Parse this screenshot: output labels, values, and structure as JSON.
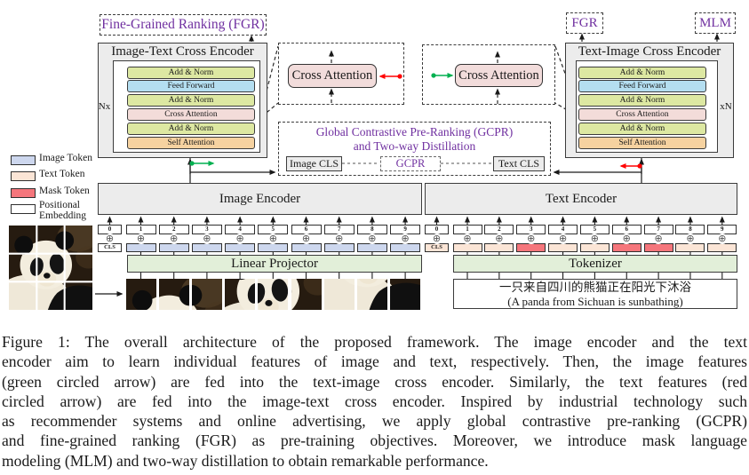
{
  "figure": {
    "fgr_full_label": "Fine-Grained Ranking (FGR)",
    "fgr_short_label": "FGR",
    "mlm_label": "MLM",
    "left_cross_encoder": {
      "title": "Image-Text Cross Encoder",
      "repeat_label": "Nx",
      "layers": [
        "Add & Norm",
        "Feed Forward",
        "Add & Norm",
        "Cross  Attention",
        "Add & Norm",
        "Self  Attention"
      ]
    },
    "right_cross_encoder": {
      "title": "Text-Image Cross Encoder",
      "repeat_label": "xN",
      "layers": [
        "Add & Norm",
        "Feed Forward",
        "Add & Norm",
        "Cross  Attention",
        "Add & Norm",
        "Self  Attention"
      ]
    },
    "zoom_modules": {
      "left_label": "Cross Attention",
      "right_label": "Cross Attention"
    },
    "gcpr": {
      "title_line1": "Global Contrastive Pre-Ranking (GCPR)",
      "title_line2": "and Two-way Distillation",
      "image_cls_label": "Image CLS",
      "gcpr_label": "GCPR",
      "text_cls_label": "Text CLS"
    },
    "image_encoder_label": "Image Encoder",
    "text_encoder_label": "Text Encoder",
    "linear_projector_label": "Linear Projector",
    "tokenizer_label": "Tokenizer",
    "tokens": {
      "positions": [
        "0",
        "1",
        "2",
        "3",
        "4",
        "5",
        "6",
        "7",
        "8",
        "9"
      ],
      "image_cls": "CLS",
      "text_cls": "CLS",
      "text_mask_positions": [
        3,
        6,
        7
      ]
    },
    "text_input": {
      "line1": "一只来自四川的熊猫正在阳光下沐浴",
      "line2": "(A panda from Sichuan is sunbathing)"
    },
    "legend": [
      {
        "label": "Image Token",
        "color": "#cdd7ee"
      },
      {
        "label": "Text Token",
        "color": "#fbe5d6"
      },
      {
        "label": "Mask Token",
        "color": "#f5767c"
      },
      {
        "label": "Positional",
        "label2": "Embedding",
        "color": "#ffffff"
      }
    ]
  },
  "colors": {
    "layer_colors": [
      "#dde8a2",
      "#b4def0",
      "#dde8a2",
      "#f3dcd9",
      "#dde8a2",
      "#f6d2a0"
    ],
    "accent_purple": "#7030a0",
    "arrow_green": "#00b050",
    "arrow_red": "#ff0000",
    "image_token": "#cdd7ee",
    "text_token": "#fbe5d6",
    "mask_token": "#f5767c",
    "module_pink": "#f2dcdb",
    "encoder_gray": "#ececec",
    "projector_green": "#e2efd9"
  },
  "caption": {
    "lines": [
      "Figure 1: The overall architecture of the proposed framework.  The image encoder and the text",
      "encoder aim to learn individual features of image and text, respectively. Then, the image features",
      "(green circled arrow) are fed into the text-image cross encoder.  Similarly, the text features (red",
      "circled arrow) are fed into the image-text cross encoder.  Inspired by industrial technology such",
      "as recommender systems and online advertising, we apply global contrastive pre-ranking (GCPR)",
      "and fine-grained ranking (FGR) as pre-training objectives. Moreover, we introduce mask language",
      "modeling (MLM) and two-way distillation to obtain remarkable performance."
    ]
  }
}
